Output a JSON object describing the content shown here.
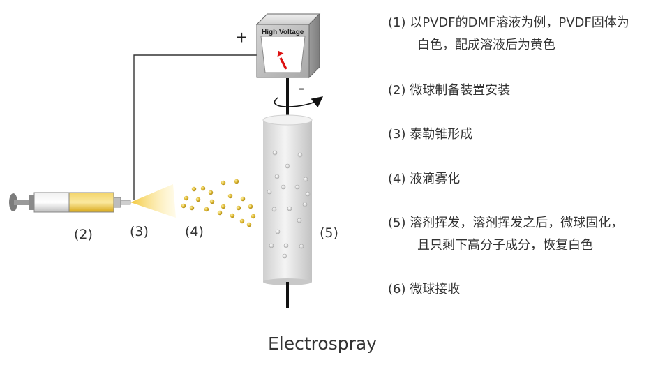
{
  "power_supply": {
    "label": "High Voltage"
  },
  "signs": {
    "plus": "+",
    "minus": "-"
  },
  "diagram_labels": {
    "syringe": "(2)",
    "cone": "(3)",
    "droplets": "(4)",
    "collector": "(5)"
  },
  "steps": [
    {
      "num": "(1)",
      "line1": "以PVDF的DMF溶液为例，PVDF固体为",
      "line2": "白色，配成溶液后为黄色"
    },
    {
      "num": "(2)",
      "line1": "微球制备装置安装",
      "line2": ""
    },
    {
      "num": "(3)",
      "line1": "泰勒锥形成",
      "line2": ""
    },
    {
      "num": "(4)",
      "line1": "液滴雾化",
      "line2": ""
    },
    {
      "num": "(5)",
      "line1": "溶剂挥发，溶剂挥发之后，微球固化，",
      "line2": "且只剩下高分子成分，恢复白色"
    },
    {
      "num": "(6)",
      "line1": "微球接收",
      "line2": ""
    }
  ],
  "caption": "Electrospray",
  "colors": {
    "solution": "#e8b820",
    "droplet": "#c9a020",
    "arrow_red": "#dd1111",
    "box": "#c8c8c8",
    "collector": "#e4e4e4"
  }
}
